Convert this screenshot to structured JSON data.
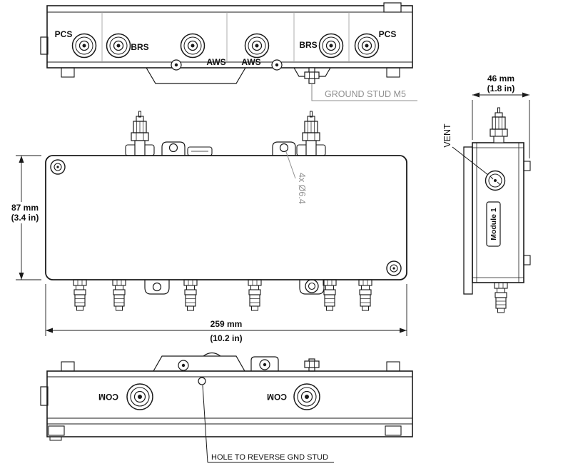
{
  "drawing": {
    "top_view": {
      "ports": [
        "PCS",
        "BRS",
        "AWS",
        "AWS",
        "BRS",
        "PCS"
      ],
      "ground_stud_label": "GROUND STUD M5"
    },
    "front_view": {
      "height_mm": "87 mm",
      "height_in": "(3.4 in)",
      "width_mm": "259 mm",
      "width_in": "(10.2 in)",
      "holes_label": "4x Ø6.4"
    },
    "side_view": {
      "width_mm": "46 mm",
      "width_in": "(1.8 in)",
      "vent_label": "VENT",
      "module_label": "Module 1"
    },
    "bottom_view": {
      "ports": [
        "COM",
        "COM"
      ],
      "reverse_hole_label": "HOLE TO REVERSE GND STUD"
    },
    "colors": {
      "line": "#1a1a1a",
      "annotation_gray": "#8f8f8f",
      "background": "#ffffff"
    }
  }
}
